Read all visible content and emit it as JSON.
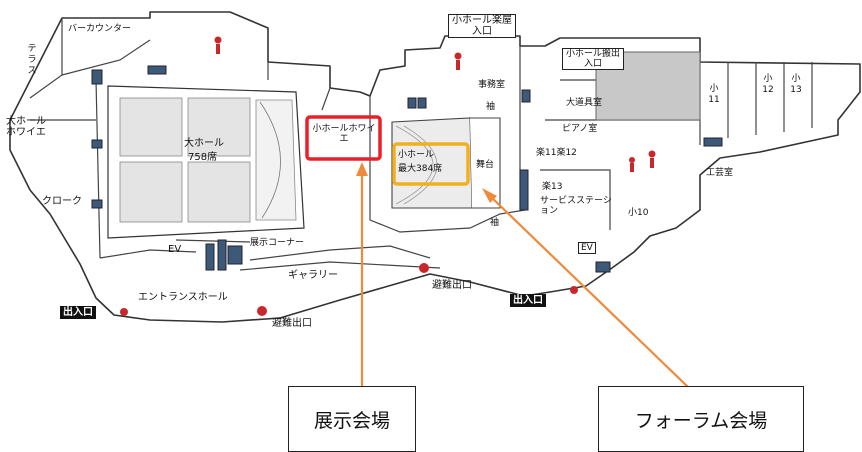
{
  "map": {
    "labels": {
      "bar_counter": "バーカウンター",
      "terrace": "テラス",
      "large_hall_foyer": "大ホールホワイエ",
      "large_hall": "大ホール",
      "large_hall_seats": "758席",
      "cloak": "クローク",
      "ev_left": "EV",
      "exhibition_corner": "展示コーナー",
      "gallery": "ギャラリー",
      "entrance_hall": "エントランスホール",
      "exit_left": "出入口",
      "exit_mid": "出入口",
      "evac_exit_1": "避難出口",
      "evac_exit_2": "避難出口",
      "small_hall_foyer": "小ホールホワイエ",
      "small_hall": "小ホール",
      "small_hall_seats": "最大384席",
      "stage": "舞台",
      "wing_top": "袖",
      "wing_bottom": "袖",
      "small_hall_green_room_entrance": "小ホール楽屋入口",
      "small_hall_loading_entrance": "小ホール搬出入口",
      "office": "事務室",
      "large_props_room": "大道具室",
      "piano_room": "ピアノ室",
      "room_11_12": "楽11楽12",
      "room_13": "楽13",
      "service_station": "サービスステーション",
      "small_10": "小10",
      "small_11": "小11",
      "small_12": "小12",
      "small_13": "小13",
      "workshop": "工芸室",
      "ev_right": "EV"
    },
    "callouts": {
      "exhibition_venue": "展示会場",
      "forum_venue": "フォーラム会場"
    },
    "colors": {
      "red_highlight": "#e8202a",
      "yellow_highlight": "#f2b01e",
      "arrow": "#ef8a3c",
      "gray_room": "#c8c8c8",
      "evac_dot": "#c8282c"
    }
  }
}
